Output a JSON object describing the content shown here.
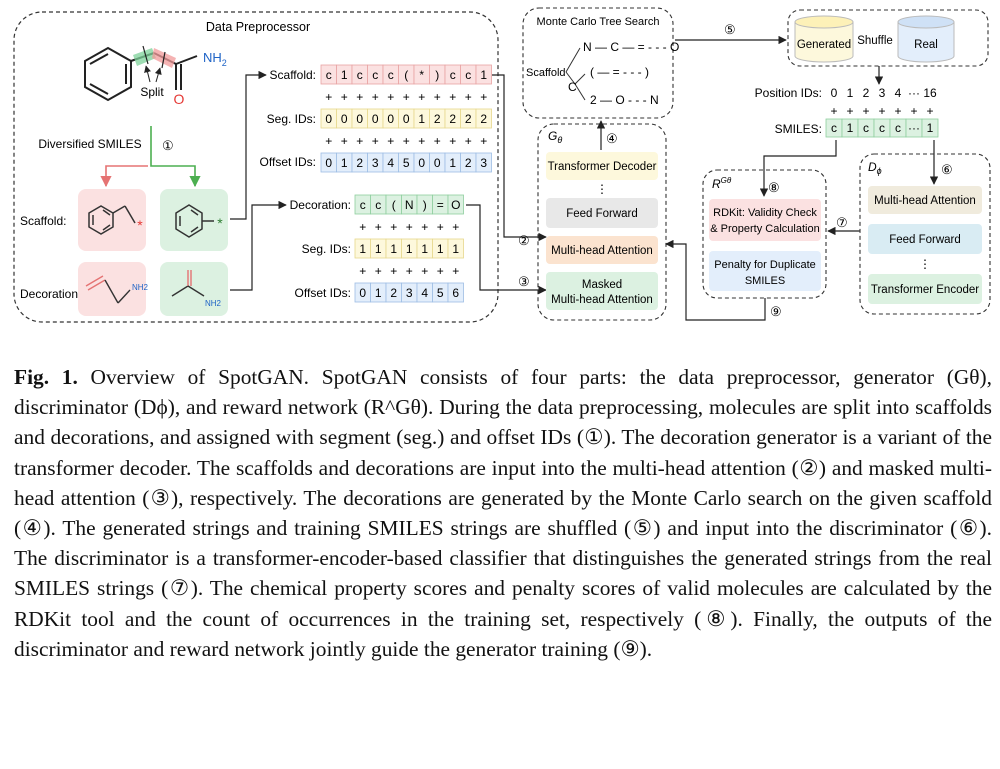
{
  "figure": {
    "preprocessor": {
      "title": "Data Preprocessor",
      "split_label": "Split",
      "nh2": "NH",
      "nh2_sub": "2",
      "o_label": "O",
      "diversified_label": "Diversified SMILES",
      "step1": "①",
      "scaffold_label": "Scaffold:",
      "decoration_label": "Decoration:",
      "nh2_small": "NH",
      "nh2_small_sub": "2",
      "scaffold_row": {
        "label": "Scaffold:",
        "tokens": [
          "c",
          "1",
          "c",
          "c",
          "c",
          "(",
          "*",
          ")",
          "c",
          "c",
          "1"
        ],
        "seg_label": "Seg. IDs:",
        "seg": [
          "0",
          "0",
          "0",
          "0",
          "0",
          "0",
          "1",
          "2",
          "2",
          "2",
          "2"
        ],
        "offset_label": "Offset IDs:",
        "offset": [
          "0",
          "1",
          "2",
          "3",
          "4",
          "5",
          "0",
          "0",
          "1",
          "2",
          "3"
        ]
      },
      "decoration_row": {
        "label": "Decoration:",
        "tokens": [
          "c",
          "c",
          "(",
          "N",
          ")",
          "=",
          "O"
        ],
        "seg_label": "Seg. IDs:",
        "seg": [
          "1",
          "1",
          "1",
          "1",
          "1",
          "1",
          "1"
        ],
        "offset_label": "Offset IDs:",
        "offset": [
          "0",
          "1",
          "2",
          "3",
          "4",
          "5",
          "6"
        ]
      },
      "plus": "+"
    },
    "mcts": {
      "title": "Monte Carlo Tree Search",
      "scaffold": "Scaffold",
      "line1": "N — C — = - - - O",
      "line2": "( — = - - - )",
      "c_label": "C",
      "line3": "2 — O - - - N"
    },
    "generator": {
      "label": "G",
      "label_sub": "θ",
      "decoder": "Transformer Decoder",
      "dots": "⋮",
      "ff": "Feed Forward",
      "mha": "Multi-head Attention",
      "masked1": "Masked",
      "masked2": "Multi-head Attention"
    },
    "shuffle_box": {
      "generated": "Generated",
      "shuffle": "Shuffle",
      "real": "Real"
    },
    "smiles_row": {
      "position_label": "Position IDs:",
      "positions": [
        "0",
        "1",
        "2",
        "3",
        "4",
        "···",
        "16"
      ],
      "smiles_label": "SMILES:",
      "smiles": [
        "c",
        "1",
        "c",
        "c",
        "c",
        "···",
        "1"
      ]
    },
    "reward": {
      "label": "R",
      "label_sup": "Gθ",
      "rdkit1": "RDKit: Validity Check",
      "rdkit2": "& Property Calculation",
      "penalty1": "Penalty for Duplicate",
      "penalty2": "SMILES"
    },
    "discriminator": {
      "label": "D",
      "label_sub": "ϕ",
      "mha": "Multi-head Attention",
      "ff": "Feed Forward",
      "dots": "⋮",
      "encoder": "Transformer Encoder"
    },
    "steps": {
      "s2": "②",
      "s3": "③",
      "s4": "④",
      "s5": "⑤",
      "s6": "⑥",
      "s7": "⑦",
      "s8": "⑧",
      "s9": "⑨"
    }
  },
  "caption": {
    "fig_label": "Fig. 1.",
    "text": "Overview of SpotGAN. SpotGAN consists of four parts: the data preprocessor, generator (Gθ), discriminator (Dϕ), and reward network (R^Gθ). During the data preprocessing, molecules are split into scaffolds and decorations, and assigned with segment (seg.) and offset IDs (①). The decoration generator is a variant of the transformer decoder. The scaffolds and decorations are input into the multi-head attention (②) and masked multi-head attention (③), respectively. The decorations are generated by the Monte Carlo search on the given scaffold (④). The generated strings and training SMILES strings are shuffled (⑤) and input into the discriminator (⑥). The discriminator is a transformer-encoder-based classifier that distinguishes the generated strings from the real SMILES strings (⑦). The chemical property scores and penalty scores of valid molecules are calculated by the RDKit tool and the count of occurrences in the training set, respectively (⑧). Finally, the outputs of the discriminator and reward network jointly guide the generator training (⑨)."
  }
}
